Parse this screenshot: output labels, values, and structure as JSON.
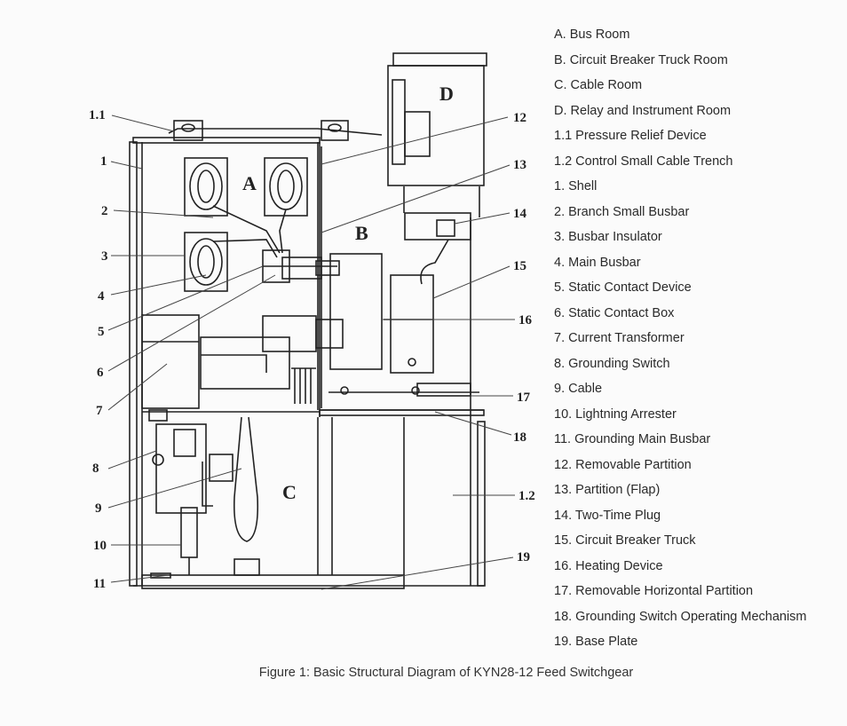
{
  "legend": [
    "A. Bus Room",
    "B. Circuit Breaker Truck Room",
    "C. Cable Room",
    "D. Relay and Instrument Room",
    "1.1 Pressure Relief Device",
    "1.2 Control Small Cable Trench",
    "1. Shell",
    "2. Branch Small Busbar",
    "3. Busbar Insulator",
    "4. Main Busbar",
    "5. Static Contact Device",
    "6. Static Contact Box",
    "7. Current Transformer",
    "8. Grounding Switch",
    "9. Cable",
    "10. Lightning Arrester",
    "11. Grounding Main Busbar",
    "12. Removable Partition",
    "13. Partition (Flap)",
    "14. Two-Time Plug",
    "15. Circuit Breaker Truck",
    "16. Heating Device",
    "17. Removable Horizontal Partition",
    "18. Grounding Switch Operating Mechanism",
    "19. Base Plate"
  ],
  "rooms": {
    "a": "A",
    "b": "B",
    "c": "C",
    "d": "D"
  },
  "callouts": {
    "c1_1": "1.1",
    "c1": "1",
    "c2": "2",
    "c3": "3",
    "c4": "4",
    "c5": "5",
    "c6": "6",
    "c7": "7",
    "c8": "8",
    "c9": "9",
    "c10": "10",
    "c11": "11",
    "c12": "12",
    "c13": "13",
    "c14": "14",
    "c15": "15",
    "c16": "16",
    "c17": "17",
    "c18": "18",
    "c1_2": "1.2",
    "c19": "19"
  },
  "caption": "Figure 1: Basic Structural Diagram of KYN28-12 Feed Switchgear"
}
